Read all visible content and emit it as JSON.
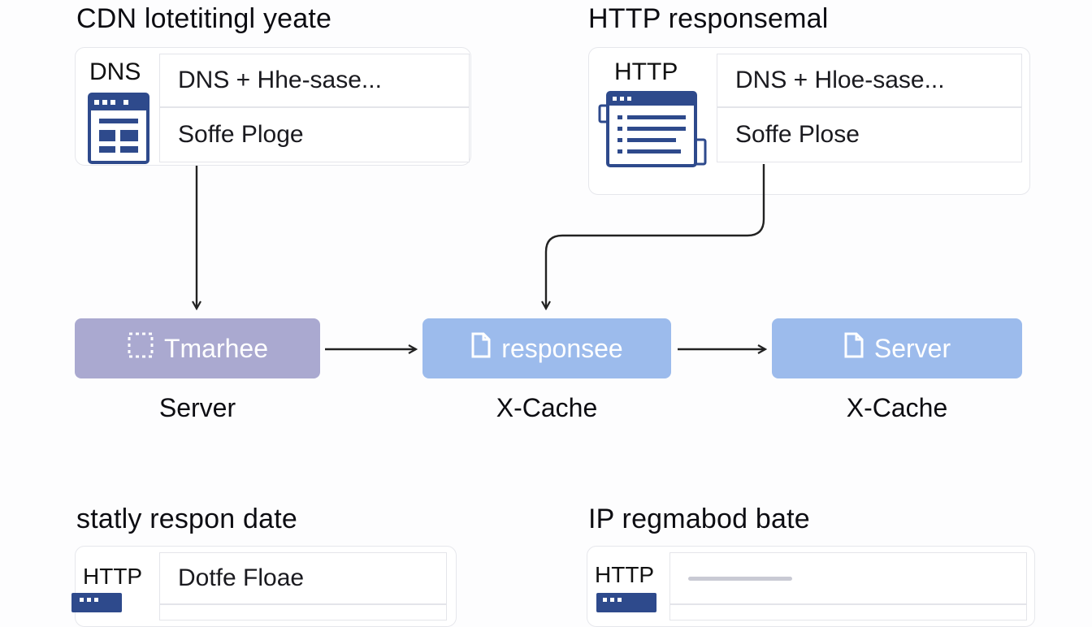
{
  "sections": {
    "top_left": {
      "title": "CDN lotetitingl yeate",
      "label": "DNS",
      "rows": [
        "DNS + Hhe-sase...",
        "Soffe Ploge"
      ]
    },
    "top_right": {
      "title": "HTTP responsemal",
      "label": "HTTP",
      "rows": [
        "DNS + Hloe-sase...",
        "Soffe Plose"
      ]
    },
    "bottom_left": {
      "title": "statly respon date",
      "label": "HTTP",
      "rows": [
        "Dotfe Floae"
      ]
    },
    "bottom_right": {
      "title": "IP regmabod bate",
      "label": "HTTP"
    }
  },
  "flow": {
    "nodes": [
      {
        "label": "Tmarhee",
        "caption": "Server",
        "icon": "dashed-square-icon",
        "color": "#aaa9d0"
      },
      {
        "label": "responsee",
        "caption": "X-Cache",
        "icon": "document-icon",
        "color": "#9cbbec"
      },
      {
        "label": "Server",
        "caption": "X-Cache",
        "icon": "document-icon",
        "color": "#9cbbec"
      }
    ]
  },
  "colors": {
    "icon_navy": "#2e4a8c",
    "border": "#e6e7ec",
    "arrow": "#222222"
  }
}
